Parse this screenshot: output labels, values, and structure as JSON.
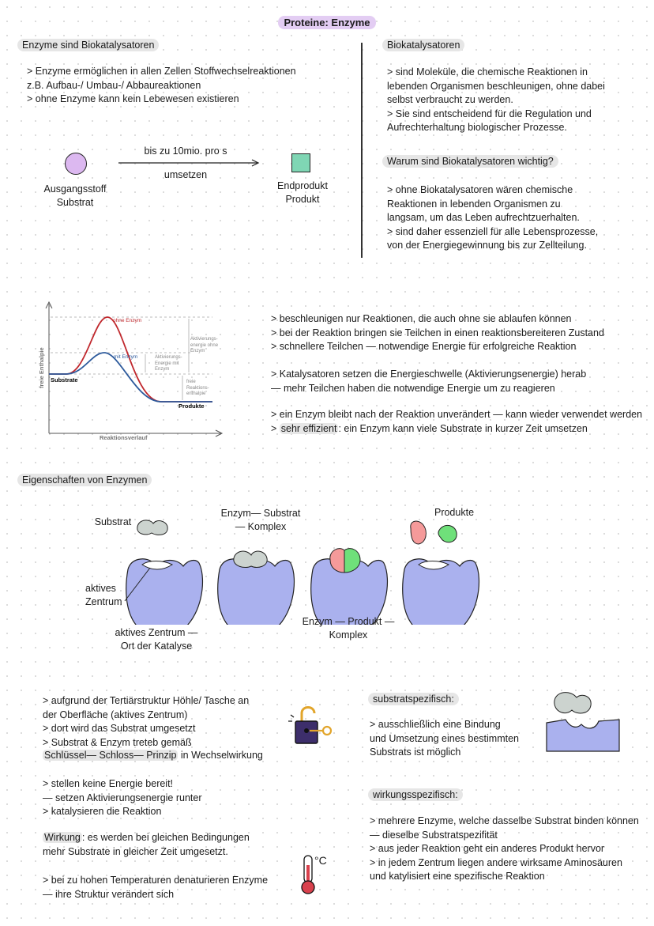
{
  "title": "Proteine: Enzyme",
  "left_top": {
    "heading": "Enzyme sind Biokatalysatoren",
    "text": "> Enzyme ermöglichen in allen Zellen Stoffwechselreaktionen\nz.B.  Aufbau-/ Umbau-/ Abbaureaktionen\n> ohne Enzyme kann kein Lebewesen existieren",
    "arrow_top": "bis zu 10mio. pro s",
    "arrow_bottom": "umsetzen",
    "start_label": "Ausgangsstoff\nSubstrat",
    "end_label": "Endprodukt\nProdukt",
    "circle_color": "#dcb8f0",
    "square_color": "#7fd6b4"
  },
  "right_top": {
    "heading": "Biokatalysatoren",
    "text": "> sind Moleküle, die chemische Reaktionen in\nlebenden Organismen beschleunigen, ohne dabei\nselbst verbraucht zu werden.\n> Sie sind entscheidend für die Regulation und\nAufrechterhaltung biologischer Prozesse.",
    "heading2": "Warum sind Biokatalysatoren wichtig?",
    "text2": "> ohne Biokatalysatoren wären chemische\nReaktionen in lebenden Organismen zu\nlangsam, um das Leben aufrechtzuerhalten.\n> sind daher essenziell für alle Lebensprozesse,\nvon der Energiegewinnung bis zur Zellteilung."
  },
  "energy_chart": {
    "ylabel": "freie Enthalpie",
    "xlabel": "Reaktionsverlauf",
    "substrate_label": "Substrate",
    "product_label": "Produkte",
    "without_enzyme": "ohne Enzym",
    "with_enzyme": "mit   Enzym",
    "act_without": "Aktivierungs-\nenergie ohne\nEnzym",
    "act_with": "Aktivierungs-\nEnergie mit\nEnzym",
    "free_enthalpy": "freie\nReaktions-\nenthalpie",
    "red": "#c0282d",
    "blue": "#2d5a9c"
  },
  "chart_text": {
    "p1": "> beschleunigen nur Reaktionen, die auch ohne sie ablaufen können\n> bei der Reaktion bringen sie Teilchen in einen reaktionsbereiteren Zustand\n> schnellere Teilchen — notwendige Energie für erfolgreiche Reaktion",
    "p2": "> Katalysatoren setzen die Energieschwelle (Aktivierungsenergie) herab\n — mehr Teilchen haben die notwendige Energie um zu reagieren",
    "p3a": "> ein Enzym bleibt nach der Reaktion unverändert —  kann wieder verwendet werden",
    "p3b_prefix": "> ",
    "p3b_hl": "sehr effizient",
    "p3b_rest": ": ein Enzym kann viele Substrate in kurzer Zeit umsetzen"
  },
  "properties": {
    "heading": "Eigenschaften von Enzymen",
    "substrat": "Substrat",
    "complex": "Enzym— Substrat\n— Komplex",
    "produkte": "Produkte",
    "active_site": "aktives\nZentrum",
    "active_site_desc": "aktives Zentrum —\nOrt der Katalyse",
    "product_complex": "Enzym — Produkt —\nKomplex",
    "enzyme_color": "#aab1ee",
    "substrate_color": "#ccd3cf",
    "product_red": "#f59a9a",
    "product_green": "#6fe07a"
  },
  "bottom_left": {
    "p1": "> aufgrund der Tertiärstruktur Höhle/ Tasche an\nder Oberfläche (aktives Zentrum)\n> dort wird das Substrat umgesetzt\n> Substrat & Enzym treteb gemäß",
    "p1_hl": "Schlüssel— Schloss— Prinzip",
    "p1_rest": " in Wechselwirkung",
    "p2": "> stellen keine Energie bereit!\n— setzen Aktivierungsenergie runter\n> katalysieren die Reaktion",
    "p3_hl": "Wirkung",
    "p3_rest": ": es werden bei gleichen Bedingungen\nmehr Substrate in gleicher Zeit umgesetzt.",
    "p4": "> bei zu hohen Temperaturen denaturieren Enzyme\n— ihre Struktur verändert sich",
    "lock_icon": "lock-key-icon",
    "thermo_icon": "thermometer-icon",
    "celsius": "°C"
  },
  "bottom_right": {
    "h1": "substratspezifisch:",
    "t1": "> ausschließlich eine Bindung\nund Umsetzung eines bestimmten\nSubstrats ist möglich",
    "h2": "wirkungsspezifisch:",
    "t2": "> mehrere Enzyme, welche dasselbe Substrat binden können\n— dieselbe Substratspezifität\n> aus jeder Reaktion geht ein anderes Produkt hervor\n> in jedem Zentrum liegen andere wirksame Aminosäuren\nund katylisiert eine spezifische Reaktion"
  }
}
